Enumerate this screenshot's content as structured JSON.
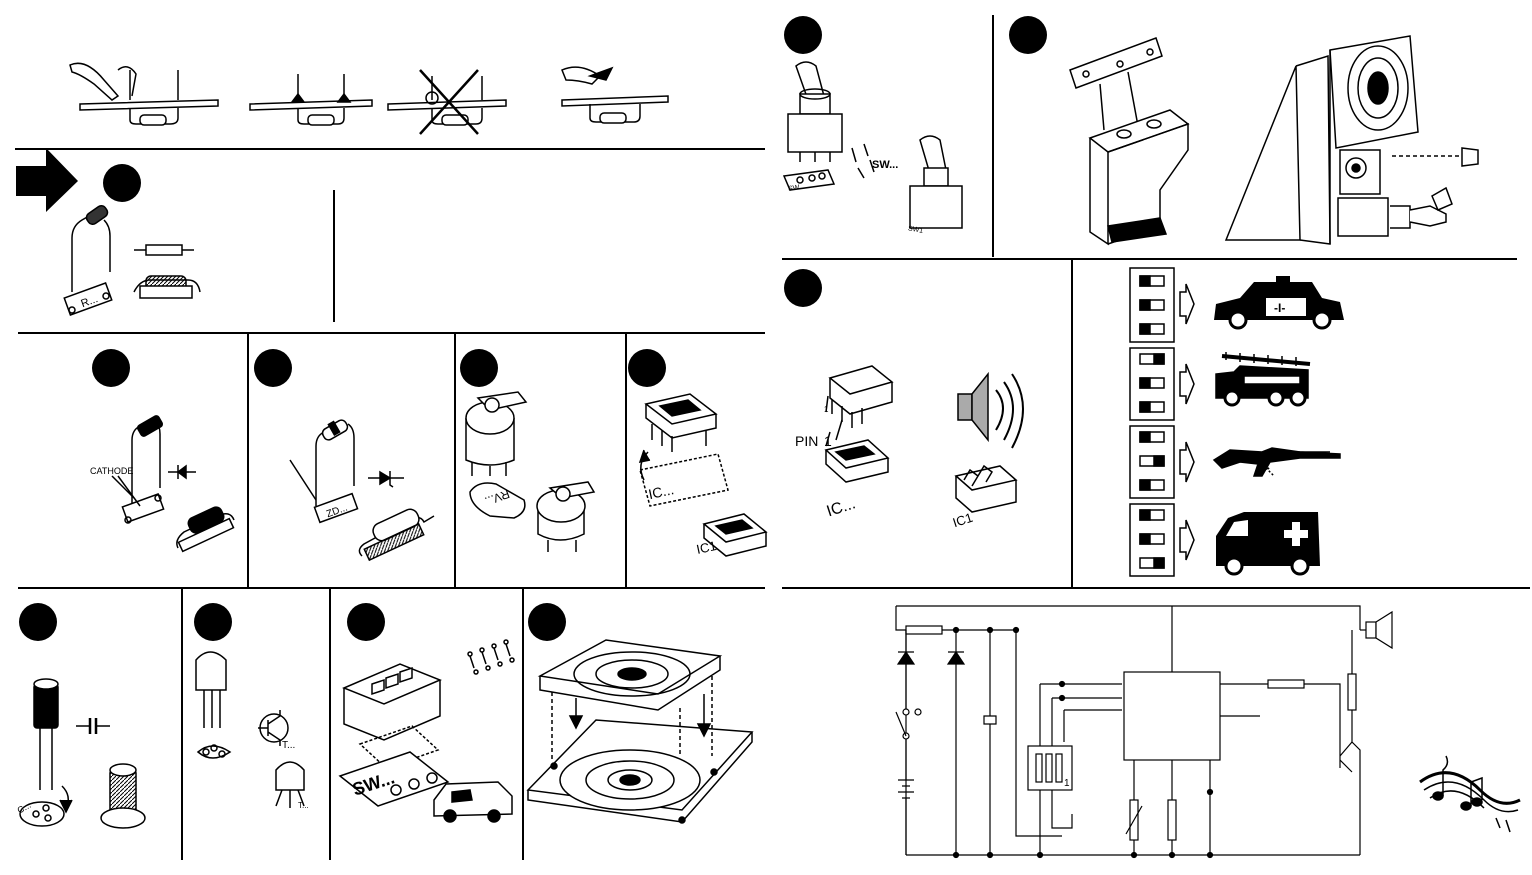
{
  "labels": {
    "cathode": "CATHODE",
    "pin1_word": "PIN",
    "pin1_num": "1",
    "pin1_small": "1",
    "sw_switch": "SW...",
    "sw_pcb": "SW1",
    "sw_dip": "SW...",
    "sw_small": "SW...",
    "r_pcb": "R...",
    "zd_pcb": "ZD...",
    "rv_pcb": "RV...",
    "ic_pcb": "IC...",
    "ic1_pcb": "IC1",
    "ic_speaker_pcb": "IC...",
    "ic1_speaker_pcb": "IC1",
    "c_pcb": "C...",
    "t_label": "T...",
    "t_pcb": "T...",
    "dip_one": "1",
    "police_mark": "-I-"
  },
  "colors": {
    "line": "#000000",
    "background": "#ffffff",
    "badge": "#000000"
  },
  "icons": [
    "arrow-right-icon",
    "resistor-icon",
    "diode-icon",
    "zener-icon",
    "capacitor-icon",
    "transistor-icon",
    "switch-icon",
    "speaker-icon",
    "police-car-icon",
    "fire-truck-icon",
    "rifle-icon",
    "ambulance-icon",
    "music-notes-icon"
  ]
}
